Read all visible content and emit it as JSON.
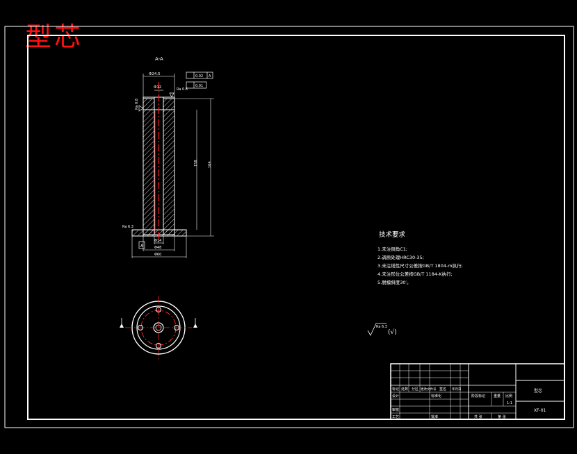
{
  "drawing": {
    "title": "型芯",
    "section_label": "A-A",
    "tech_requirements": {
      "heading": "技术要求",
      "items": [
        "1.未注倒角C1;",
        "2.调质处理HRC30-35;",
        "3.未注线性尺寸公差按GB/T 1804-m执行;",
        "4.未注形位公差按GB/T 1184-K执行;",
        "5.脱模斜度30′。"
      ]
    },
    "roughness_note": "Ra 6.3",
    "dimensions": {
      "top_diameter": "Φ24.5",
      "inner_top": "Φ12",
      "length_inner": "158",
      "length_total": "164",
      "bottom_small": "Φ14",
      "bottom_mid": "Φ48",
      "bottom_total": "Φ60",
      "side_roughness": "Ra 0.8",
      "bottom_roughness": "Ra 6.3",
      "gdt_1": "0.02",
      "gdt_2": "0.01",
      "datum": "A"
    },
    "title_block": {
      "part_name": "型芯",
      "drawing_no": "XF-01",
      "scale": "1:1",
      "labels": {
        "mark": "标记",
        "count": "处数",
        "zone": "分区",
        "change_doc": "更改文件号",
        "sign": "签名",
        "date": "年月日",
        "design": "设计",
        "standard": "标准化",
        "check": "审核",
        "process": "工艺",
        "approve": "批准",
        "stage": "阶段标记",
        "weight": "重量",
        "ratio": "比例",
        "total_sheets": "共 张",
        "sheet": "第 张"
      }
    },
    "colors": {
      "background": "#000000",
      "lines": "#ffffff",
      "centerline": "#ff2020",
      "title": "#ff1010"
    }
  }
}
